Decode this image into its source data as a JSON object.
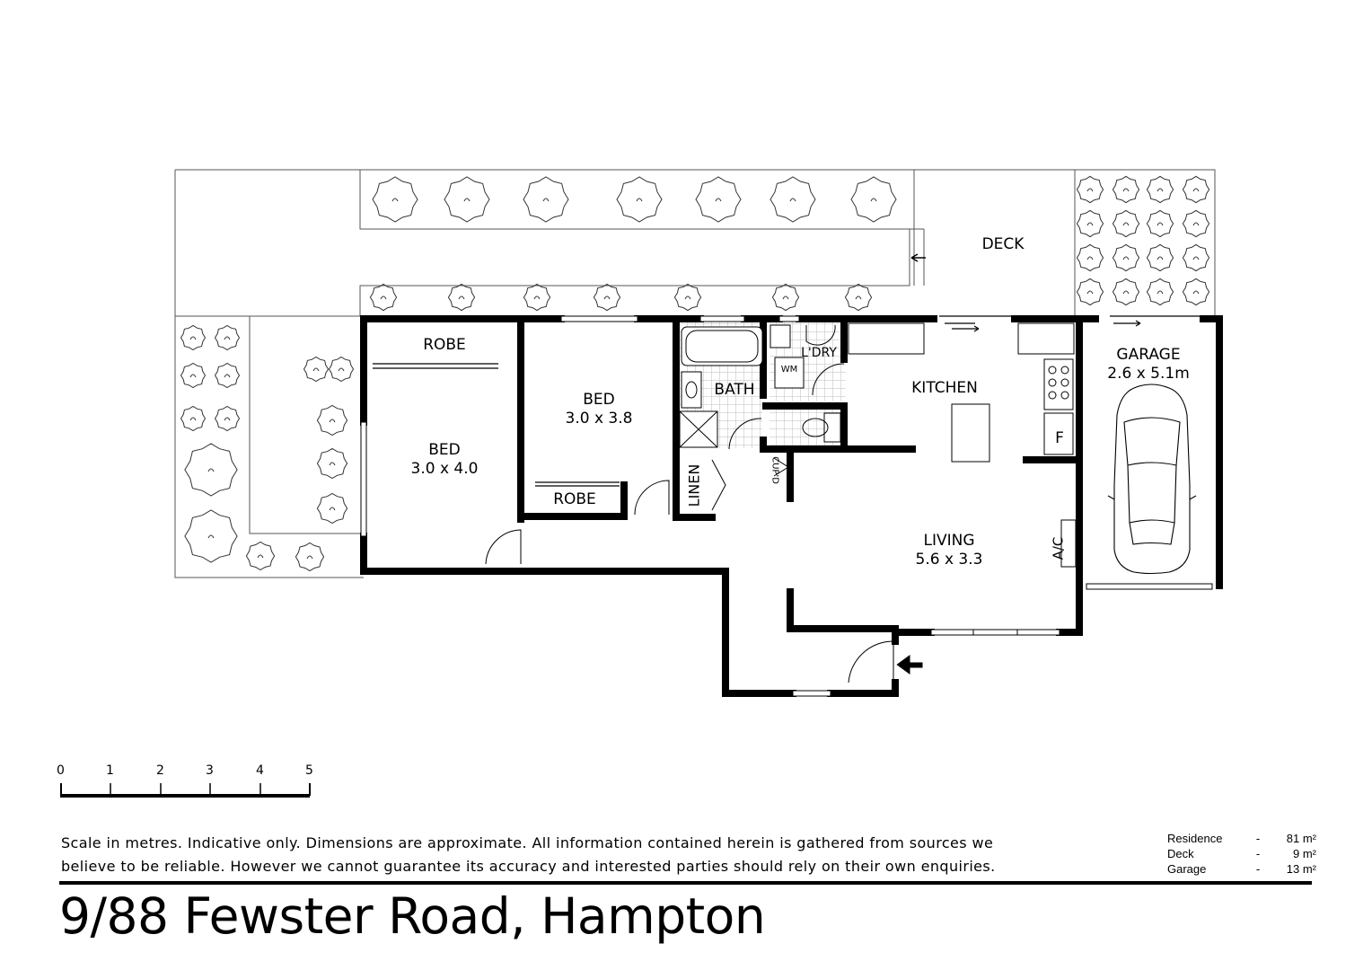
{
  "rooms": {
    "deck": {
      "label": "DECK"
    },
    "robe_1": {
      "label": "ROBE"
    },
    "bed_1": {
      "label": "BED",
      "dims": "3.0 x 4.0"
    },
    "bed_2": {
      "label": "BED",
      "dims": "3.0 x 3.8"
    },
    "robe_2": {
      "label": "ROBE"
    },
    "bath": {
      "label": "BATH"
    },
    "laundry": {
      "label": "L'DRY"
    },
    "wm": {
      "label": "WM"
    },
    "kitchen": {
      "label": "KITCHEN"
    },
    "fridge": {
      "label": "F"
    },
    "linen": {
      "label": "LINEN"
    },
    "cupboard": {
      "label": "CUP'D"
    },
    "living": {
      "label": "LIVING",
      "dims": "5.6 x 3.3"
    },
    "ac": {
      "label": "A/C"
    },
    "garage": {
      "label": "GARAGE",
      "dims": "2.6 x 5.1m"
    }
  },
  "scale": {
    "ticks": [
      "0",
      "1",
      "2",
      "3",
      "4",
      "5"
    ]
  },
  "disclaimer": {
    "line1": "Scale in metres. Indicative only. Dimensions are approximate.  All information contained herein is gathered from sources we",
    "line2": "believe to be reliable. However we cannot guarantee its accuracy and interested parties should rely on their own enquiries."
  },
  "areas": [
    {
      "name": "Residence",
      "sep": "-",
      "value": "81 m²"
    },
    {
      "name": "Deck",
      "sep": "-",
      "value": "9 m²"
    },
    {
      "name": "Garage",
      "sep": "-",
      "value": "13 m²"
    }
  ],
  "title": "9/88 Fewster Road, Hampton"
}
